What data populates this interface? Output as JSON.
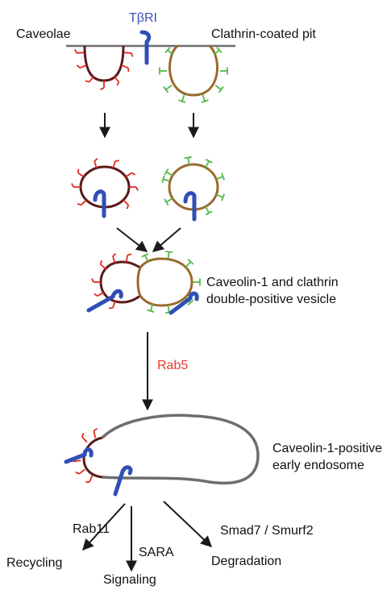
{
  "labels": {
    "caveolae": "Caveolae",
    "receptor": "TβRI",
    "clathrin_pit": "Clathrin-coated pit",
    "double_positive_line1": "Caveolin-1 and clathrin",
    "double_positive_line2": "double-positive vesicle",
    "rab5": "Rab5",
    "early_endosome_line1": "Caveolin-1-positive",
    "early_endosome_line2": "early endosome",
    "rab11": "Rab11",
    "recycling": "Recycling",
    "sara": "SARA",
    "signaling": "Signaling",
    "smad": "Smad7 / Smurf2",
    "degradation": "Degradation"
  },
  "colors": {
    "receptor": "#2f4fb5",
    "caveolin": "#e02b20",
    "clathrin": "#53b847",
    "caveolae_membrane": "#5a1a1a",
    "clathrin_membrane": "#9a6a2c",
    "endosome_membrane": "#6e6e6e",
    "arrow": "#1a1a1a"
  }
}
